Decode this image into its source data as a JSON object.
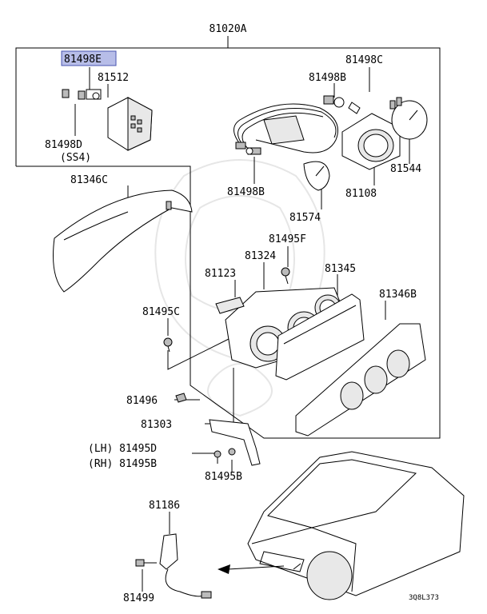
{
  "diagram": {
    "assembly_label": "81020A",
    "highlighted_part": "81498E",
    "part_labels": {
      "p81498E": "81498E",
      "p81512": "81512",
      "p81498D": "81498D",
      "variant_ss4": "(SS4)",
      "p81498C": "81498C",
      "p81498B_top": "81498B",
      "p81498B_mid": "81498B",
      "p81544": "81544",
      "p81108": "81108",
      "p81574": "81574",
      "p81346C": "81346C",
      "p81495F": "81495F",
      "p81324": "81324",
      "p81123": "81123",
      "p81345": "81345",
      "p81346B": "81346B",
      "p81495C": "81495C",
      "p81496": "81496",
      "p81303": "81303",
      "p81495D": "(LH) 81495D",
      "p81495B_rh": "(RH) 81495B",
      "p81495B": "81495B",
      "p81186": "81186",
      "p81499": "81499"
    },
    "diagram_code": "3Q8L373",
    "highlight_color": "#b7bde8"
  }
}
